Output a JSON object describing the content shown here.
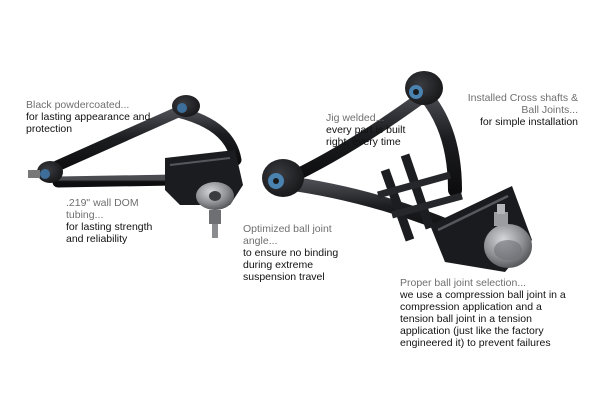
{
  "callouts": {
    "powdercoat": {
      "head": "Black powdercoated...",
      "body": "for lasting appearance and protection"
    },
    "tubing": {
      "head": ".219\" wall DOM tubing...",
      "body": "for lasting strength and reliability"
    },
    "ball_joint_angle": {
      "head": "Optimized ball joint angle...",
      "body": "to ensure no binding during extreme suspension travel"
    },
    "jig_welded": {
      "head": "Jig welded...",
      "body": "every part is built right, every time"
    },
    "cross_shafts": {
      "head": "Installed Cross shafts & Ball Joints...",
      "body": "for simple installation"
    },
    "ball_joint_selection": {
      "head": "Proper ball joint selection...",
      "body": "we use a compression ball joint in a compression application and a tension ball joint in a tension application (just like the factory engineered it) to prevent failures"
    }
  },
  "colors": {
    "metal": "#1c1d20",
    "metal_highlight": "#4a4c52",
    "bushing": "#2a2b2f",
    "bushing_core": "#5a8fb8",
    "joint": "#9a9ca0",
    "label_head": "#6f6f6f",
    "label_body": "#111111"
  }
}
